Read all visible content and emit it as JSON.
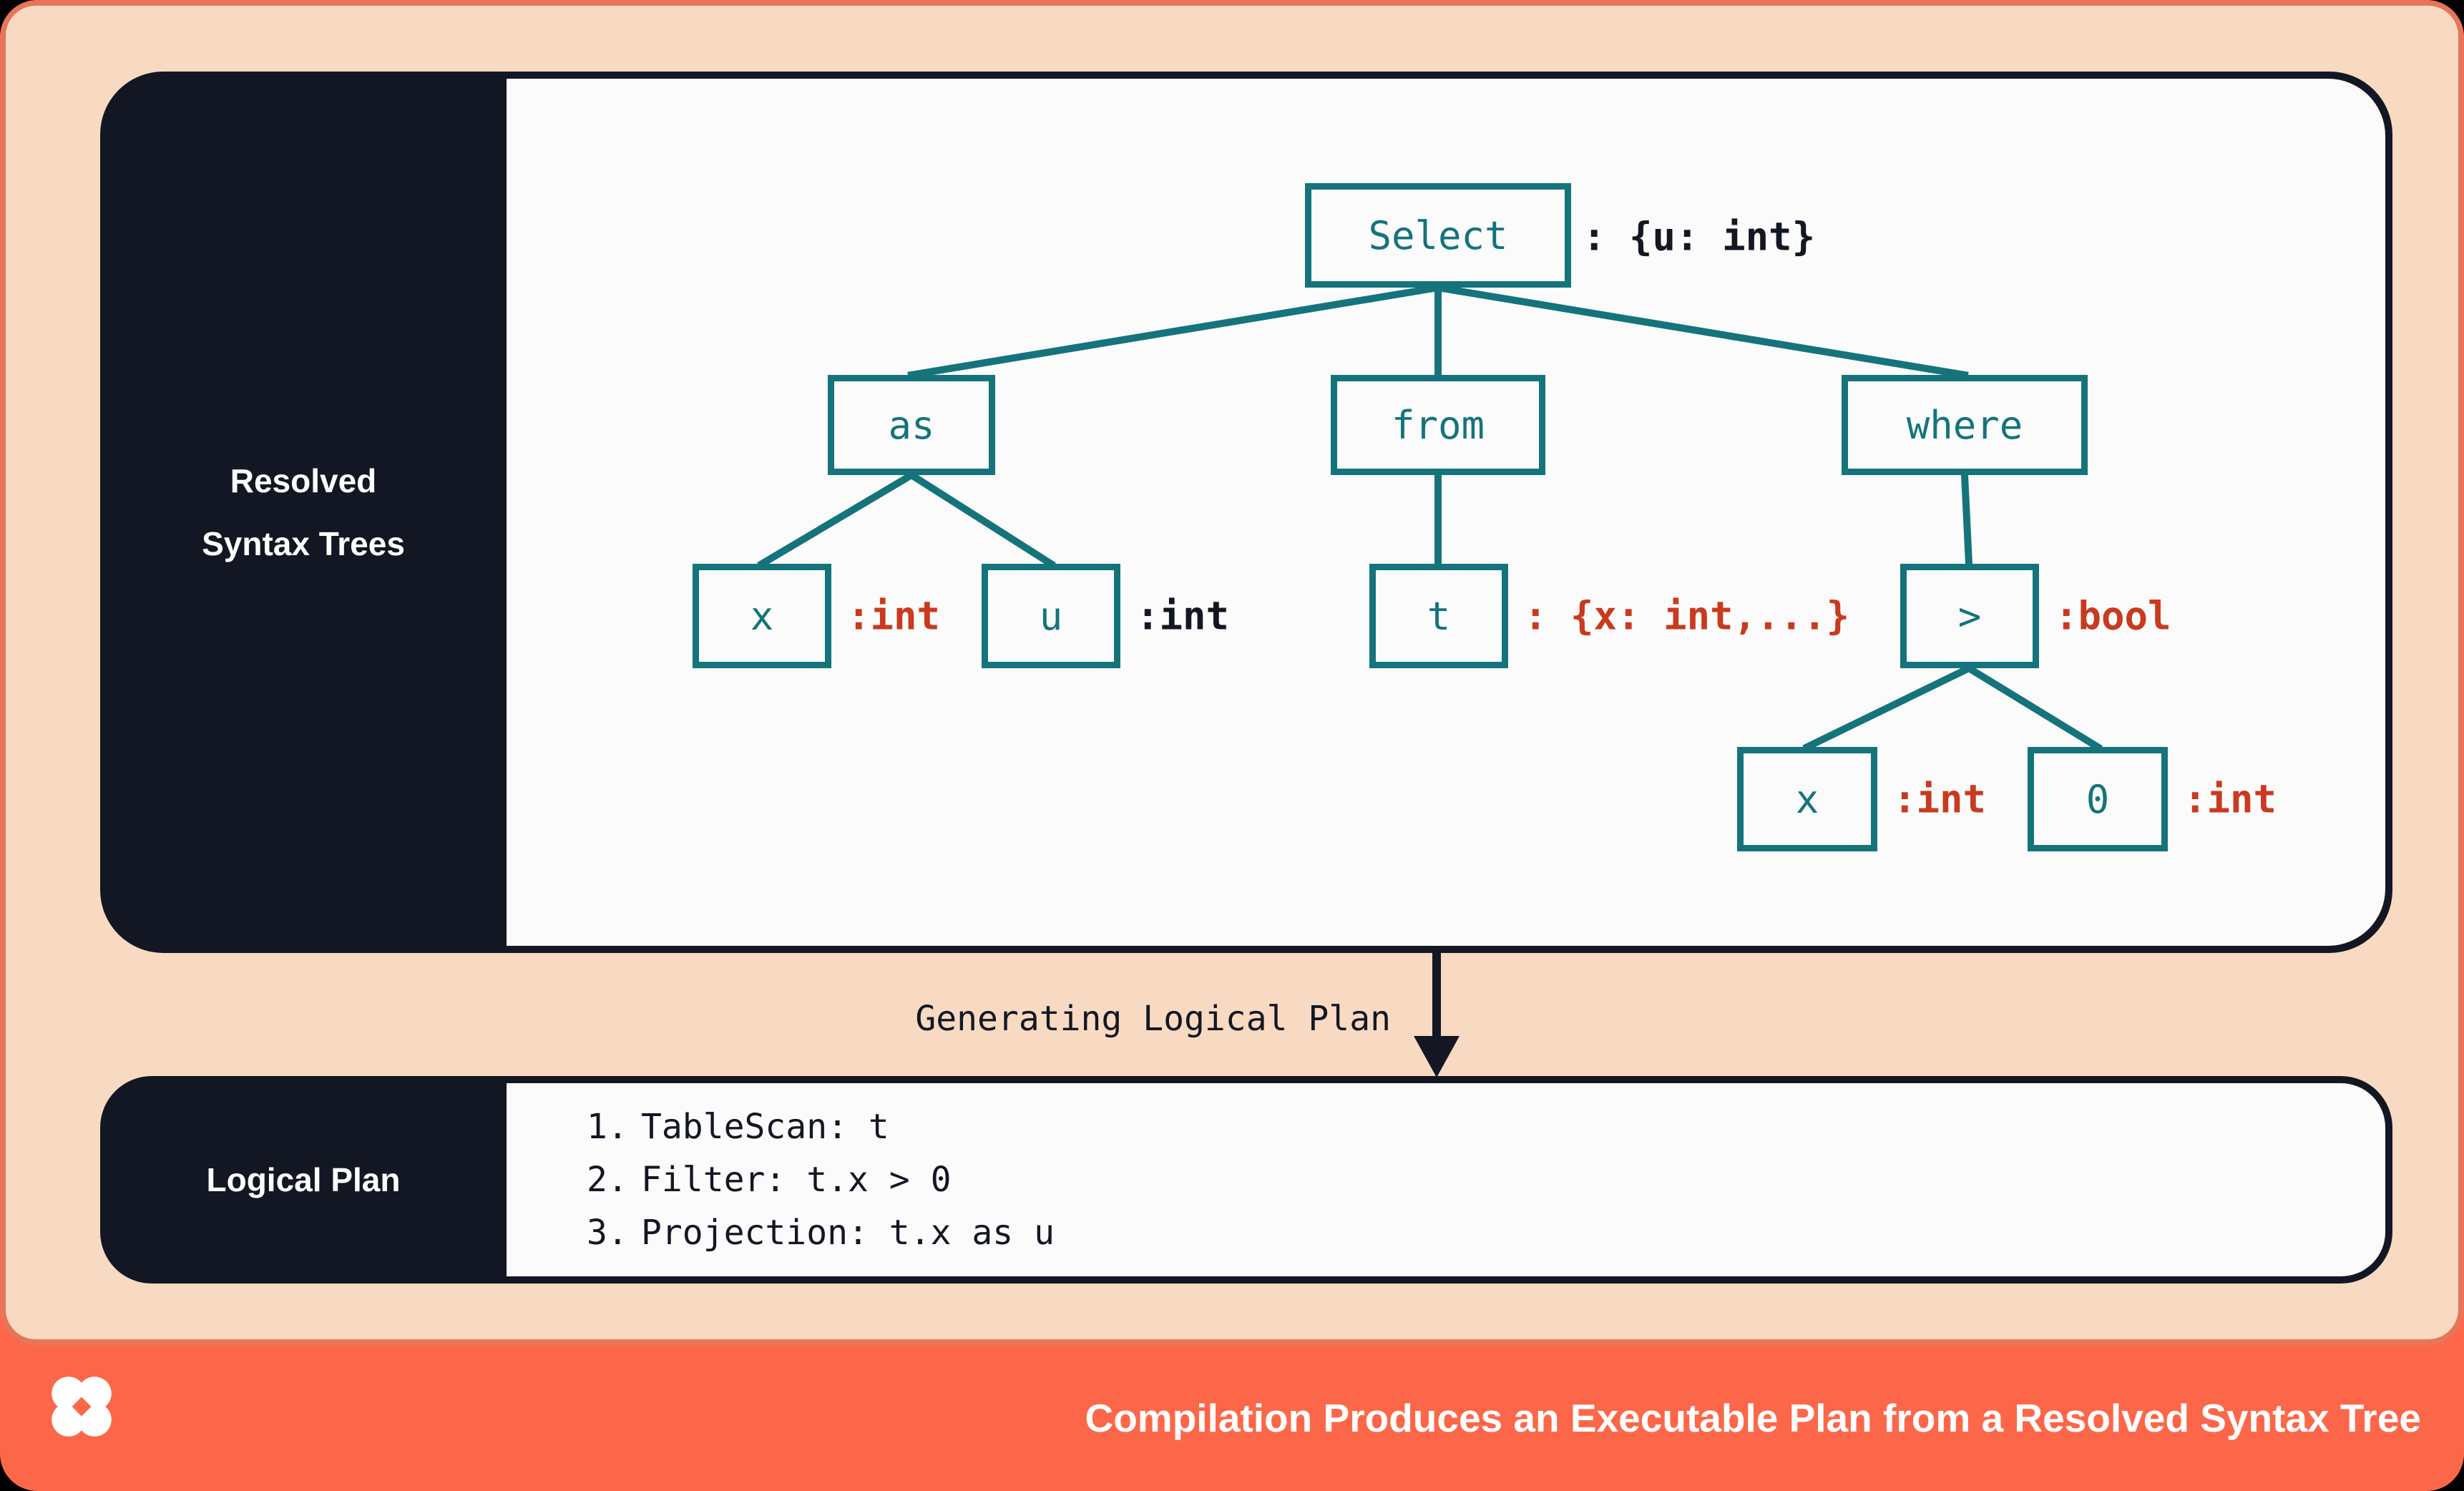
{
  "colors": {
    "background_tomato": "#FD6749",
    "frame_border_salmon": "#E8745A",
    "sheet_peach": "#F8DAC3",
    "panel_navy": "#131723",
    "content_offwhite": "#FBFBFC",
    "node_teal": "#15747B",
    "annotation_red": "#C93A1E"
  },
  "top_panel": {
    "sidebar_label": [
      "Resolved",
      "Syntax Trees"
    ],
    "tree": {
      "nodes": {
        "select": {
          "label": "Select",
          "annotation": ": {u: int}"
        },
        "as": {
          "label": "as"
        },
        "from": {
          "label": "from"
        },
        "where": {
          "label": "where"
        },
        "x_alias": {
          "label": "x",
          "annotation": ":int"
        },
        "u": {
          "label": "u",
          "annotation": ":int"
        },
        "t": {
          "label": "t",
          "annotation": ": {x: int,...}"
        },
        "gt": {
          "label": ">",
          "annotation": ":bool"
        },
        "x_cond": {
          "label": "x",
          "annotation": ":int"
        },
        "zero": {
          "label": "0",
          "annotation": ":int"
        }
      }
    }
  },
  "transition": {
    "label": "Generating Logical Plan"
  },
  "bottom_panel": {
    "sidebar_label": "Logical Plan",
    "steps": [
      {
        "num": "1.",
        "text": "TableScan: t"
      },
      {
        "num": "2.",
        "text": "Filter: t.x > 0"
      },
      {
        "num": "3.",
        "text": "Projection: t.x as u"
      }
    ]
  },
  "footer": {
    "logo_icon": "pinwheel-x-logo",
    "title": "Compilation Produces an Executable Plan from a Resolved Syntax Tree"
  }
}
